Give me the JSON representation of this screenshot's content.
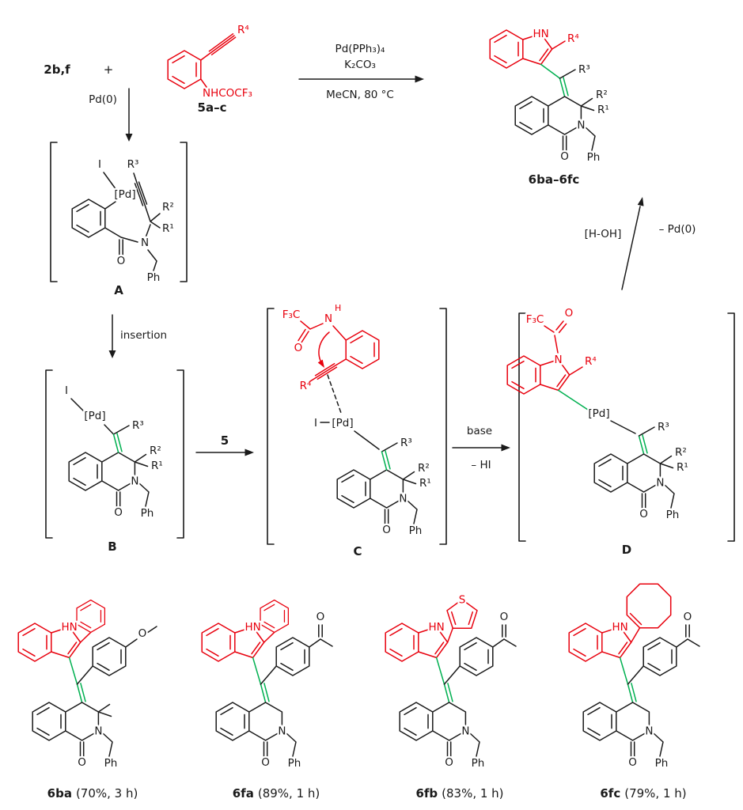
{
  "colors": {
    "ink": "#1a1a1a",
    "red": "#e8000d",
    "green": "#00b050"
  },
  "top": {
    "reactant_label": "2b,f",
    "plus": "+",
    "cmpd5": {
      "r4": "R⁴",
      "nhcocf3": "NHCOCF₃",
      "label": "5a–c"
    },
    "conditions": {
      "line1": "Pd(PPh₃)₄",
      "line2": "K₂CO₃",
      "line3": "MeCN, 80 °C"
    },
    "pd0_label": "Pd(0)"
  },
  "product": {
    "hn": "HN",
    "r4": "R⁴",
    "r3": "R³",
    "r2": "R²",
    "r1": "R¹",
    "n": "N",
    "o": "O",
    "ph": "Ph",
    "label": "6ba–6fc"
  },
  "workup": {
    "h_oh": "[H-OH]",
    "minus_pd0": "– Pd(0)"
  },
  "intermediateA": {
    "i": "I",
    "pd": "[Pd]",
    "o": "O",
    "n": "N",
    "ph": "Ph",
    "r1": "R¹",
    "r2": "R²",
    "r3": "R³",
    "label": "A"
  },
  "insertion_label": "insertion",
  "intermediateB": {
    "i": "I",
    "pd": "[Pd]",
    "r3": "R³",
    "r2": "R²",
    "r1": "R¹",
    "n": "N",
    "o": "O",
    "ph": "Ph",
    "label": "B"
  },
  "arrow5_label": "5",
  "intermediateC": {
    "f3c": "F₃C",
    "o_amide": "O",
    "n_amide": "N",
    "h": "H",
    "r4": "R⁴",
    "i": "I",
    "pd": "[Pd]",
    "r3": "R³",
    "r2": "R²",
    "r1": "R¹",
    "n": "N",
    "o": "O",
    "ph": "Ph",
    "label": "C"
  },
  "base_arrow": {
    "above": "base",
    "below": "– HI"
  },
  "intermediateD": {
    "f3c": "F₃C",
    "o_acyl": "O",
    "n": "N",
    "r4": "R⁴",
    "pd": "[Pd]",
    "r3": "R³",
    "r2": "R²",
    "r1": "R¹",
    "n_ring": "N",
    "o": "O",
    "ph": "Ph",
    "label": "D"
  },
  "products": [
    {
      "name": "6ba",
      "details": "(70%, 3 h)",
      "hn": "HN",
      "ome_o": "O",
      "n": "N",
      "o": "O",
      "ph": "Ph"
    },
    {
      "name": "6fa",
      "details": "(89%, 1 h)",
      "hn": "HN",
      "ac_o": "O",
      "n": "N",
      "o": "O",
      "ph": "Ph"
    },
    {
      "name": "6fb",
      "details": "(83%, 1 h)",
      "hn": "HN",
      "s": "S",
      "ac_o": "O",
      "n": "N",
      "o": "O",
      "ph": "Ph"
    },
    {
      "name": "6fc",
      "details": "(79%, 1 h)",
      "hn": "HN",
      "ac_o": "O",
      "n": "N",
      "o": "O",
      "ph": "Ph"
    }
  ]
}
